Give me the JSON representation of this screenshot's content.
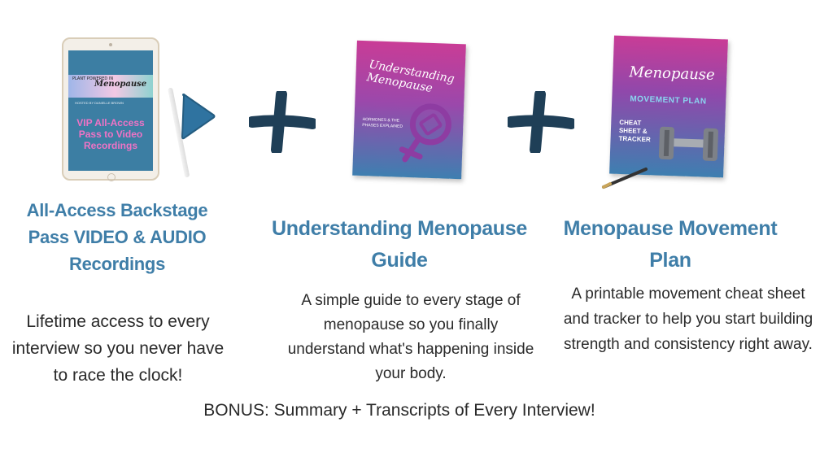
{
  "tablet": {
    "banner_small": "PLANT POWERED IN",
    "banner_title": "Menopause",
    "banner_sub": "HOSTED BY DANIELLE BROWN",
    "screen_text": "VIP All-Access Pass to Video Recordings"
  },
  "guide_cover": {
    "title": "Understanding Menopause",
    "subtitle": "HORMONES & THE PHASES EXPLAINED"
  },
  "plan_cover": {
    "title": "Menopause",
    "subtitle": "MOVEMENT PLAN",
    "tag": "CHEAT SHEET & TRACKER"
  },
  "items": [
    {
      "heading": "All-Access Backstage Pass VIDEO & AUDIO Recordings",
      "description": "Lifetime access to every interview so you never have to race the clock!"
    },
    {
      "heading": "Understanding Menopause Guide",
      "description": "A simple guide to every stage of menopause so you finally understand what's happening inside your body."
    },
    {
      "heading": "Menopause Movement Plan",
      "description": "A printable movement cheat sheet and tracker to help you start building strength and consistency right away."
    }
  ],
  "bonus": "BONUS: Summary + Transcripts of Every Interview!",
  "colors": {
    "heading": "#3f7ea8",
    "plus": "#1f3f57",
    "arrow": "#2f73a0",
    "pink": "#f073c6"
  }
}
